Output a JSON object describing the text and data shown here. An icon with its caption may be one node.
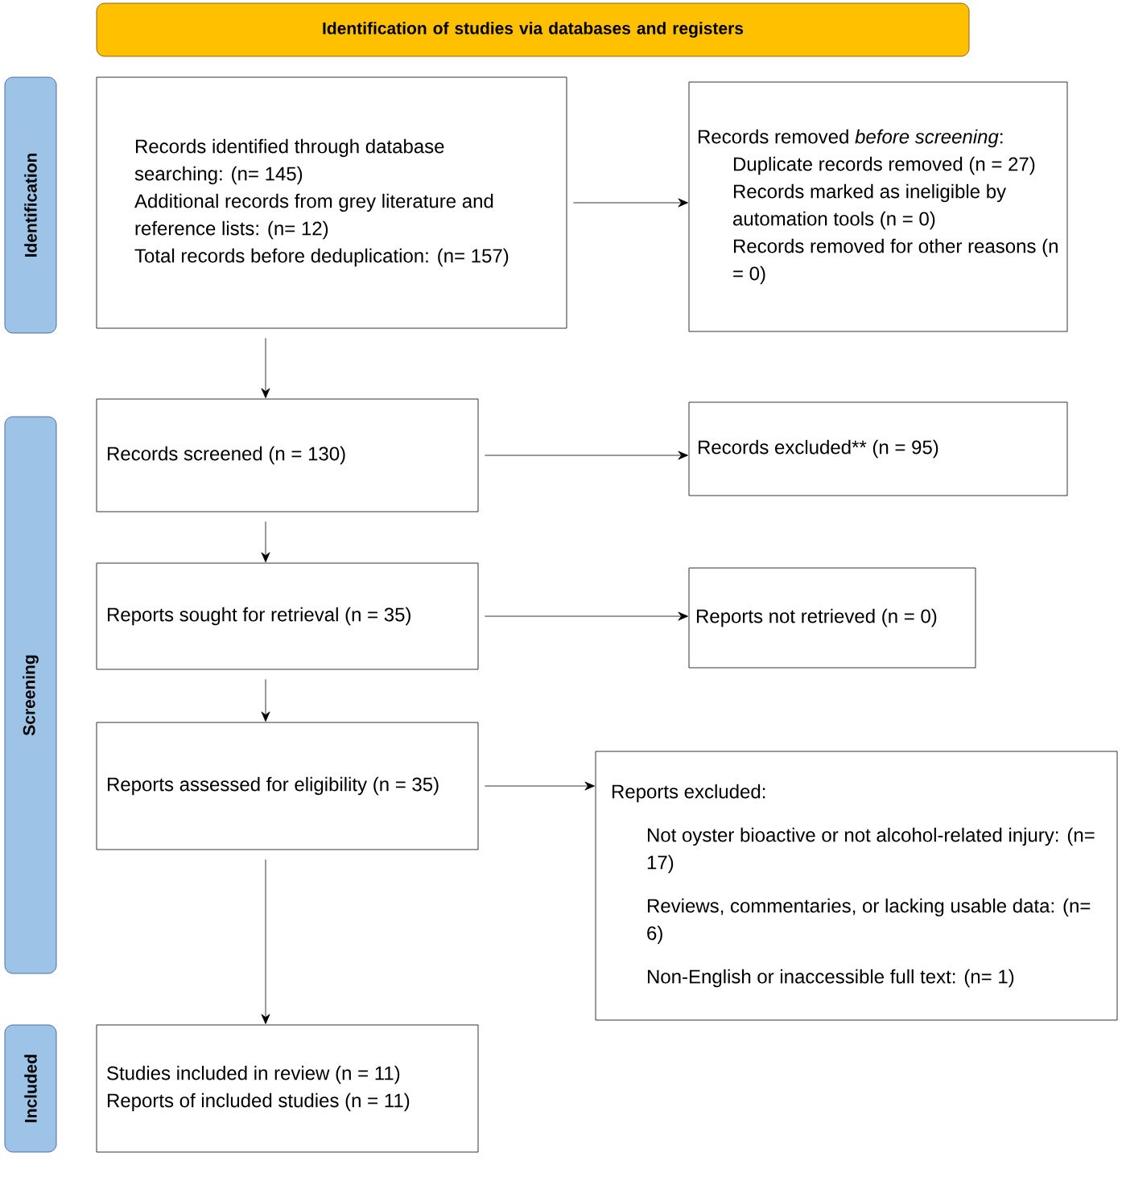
{
  "diagram": {
    "nodes": [
      {
        "text": [
          "Identification of studies via databases and registers"
        ]
      },
      {
        "text": [
          "Identification"
        ]
      },
      {
        "text": [
          "Screening"
        ]
      },
      {
        "text": [
          "Included"
        ]
      },
      {
        "text": [
          "Records identified through database searching: (n= 145)",
          "Additional records from grey literature and reference lists: (n= 12)",
          "Total records before deduplication: (n= 157)"
        ]
      },
      {
        "text": [
          "Records removed *before screening*:",
          "Duplicate records removed (n = 27)",
          "Records marked as ineligible by automation tools (n = 0)",
          "Records removed for other reasons (n = 0)"
        ]
      },
      {
        "text": [
          "Records screened (n = 130)"
        ]
      },
      {
        "text": [
          "Records excluded** (n = 95)"
        ]
      },
      {
        "text": [
          "Reports sought for retrieval (n = 35)"
        ]
      },
      {
        "text": [
          "Reports not retrieved (n = 0)"
        ]
      },
      {
        "text": [
          "Reports assessed for eligibility (n = 35)"
        ]
      },
      {
        "text": [
          "Reports excluded:",
          "Not oyster bioactive or not alcohol-related injury: (n= 17)",
          "Reviews, commentaries, or lacking usable data: (n= 6)",
          "Non-English or inaccessible full text: (n= 1)"
        ]
      },
      {
        "text": [
          "Studies included in review (n = 11)",
          "Reports of included studies (n = 11)"
        ]
      }
    ],
    "edges": [
      {
        "from": 4,
        "to": 5,
        "arrow": "to"
      },
      {
        "from": 4,
        "to": 6,
        "arrow": "to"
      },
      {
        "from": 6,
        "to": 7,
        "arrow": "to"
      },
      {
        "from": 6,
        "to": 8,
        "arrow": "to"
      },
      {
        "from": 8,
        "to": 9,
        "arrow": "to"
      },
      {
        "from": 8,
        "to": 10,
        "arrow": "to"
      },
      {
        "from": 10,
        "to": 11,
        "arrow": "to"
      },
      {
        "from": 10,
        "to": 12,
        "arrow": "to"
      }
    ]
  }
}
